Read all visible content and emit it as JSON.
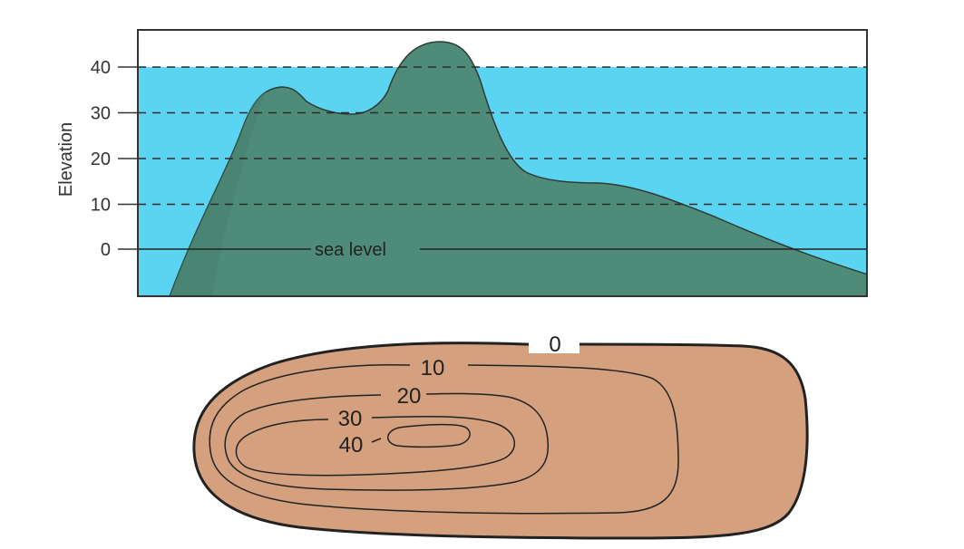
{
  "profile": {
    "y_axis_label": "Elevation",
    "ticks": [
      {
        "value": 40,
        "label": "40"
      },
      {
        "value": 30,
        "label": "30"
      },
      {
        "value": 20,
        "label": "20"
      },
      {
        "value": 10,
        "label": "10"
      },
      {
        "value": 0,
        "label": "0"
      }
    ],
    "sea_level_label": "sea level",
    "colors": {
      "water": "#5ad4f1",
      "hill": "#4e8c79",
      "hill_shadow": "#46806d",
      "peak_above_water": "#d9a07d",
      "frame": "#333333"
    }
  },
  "contour_map": {
    "labels": {
      "c0": "0",
      "c10": "10",
      "c20": "20",
      "c30": "30",
      "c40": "40"
    },
    "colors": {
      "land": "#d4a07e",
      "outline": "#222222"
    }
  }
}
